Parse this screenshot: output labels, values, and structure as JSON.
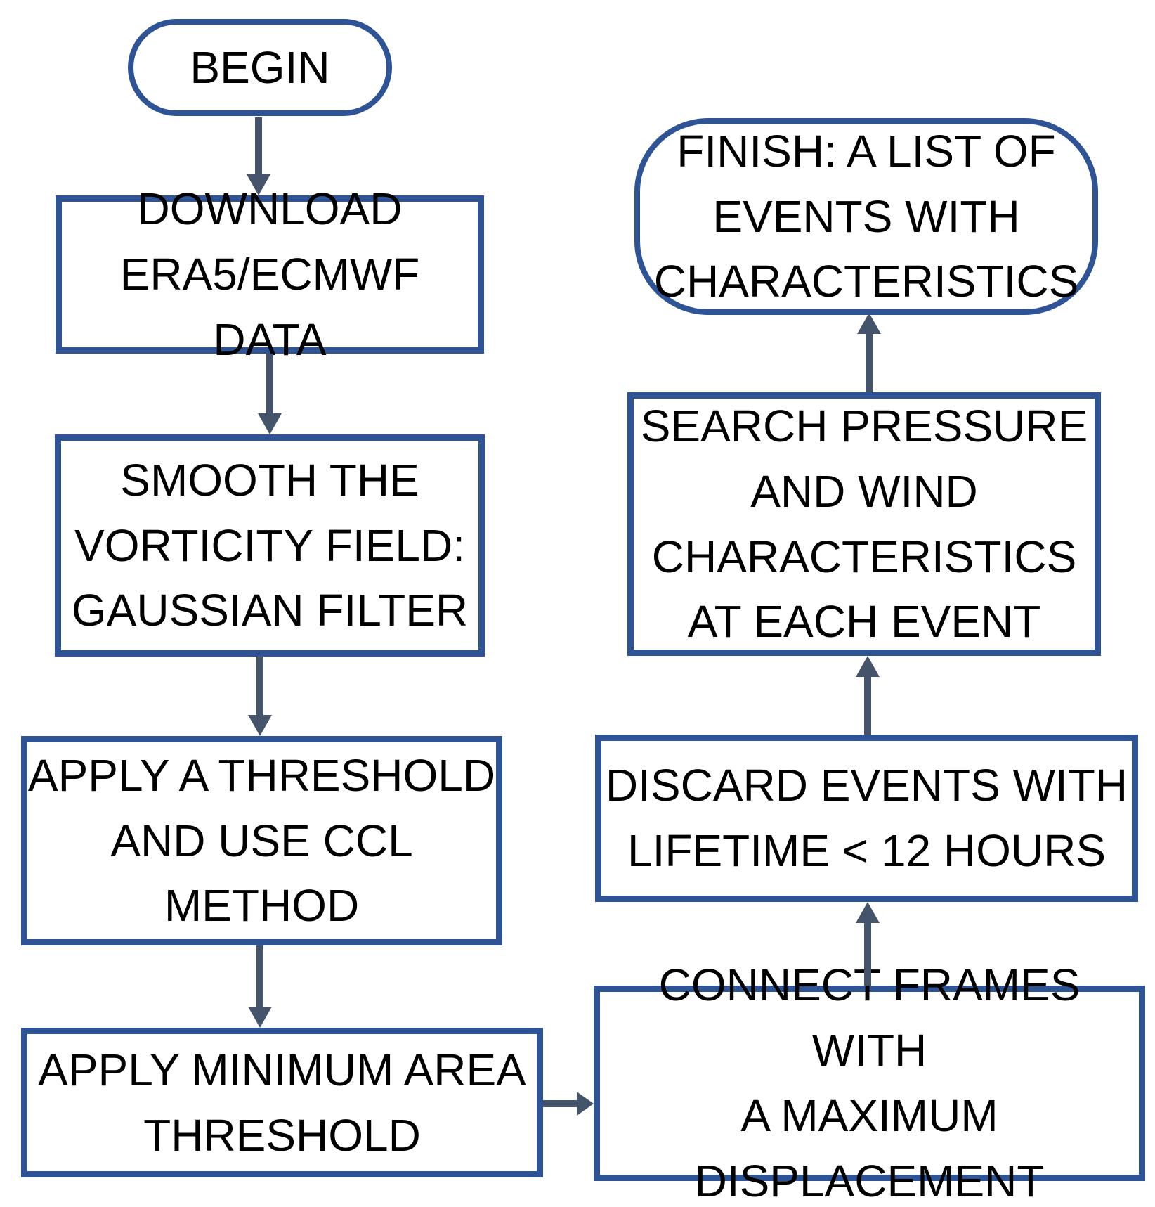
{
  "nodes": {
    "begin": {
      "shape": "terminator",
      "label": [
        "BEGIN"
      ]
    },
    "download": {
      "shape": "process",
      "label": [
        "DOWNLOAD",
        "ERA5/ECMWF DATA"
      ]
    },
    "smooth": {
      "shape": "process",
      "label": [
        "SMOOTH THE",
        "VORTICITY FIELD:",
        "GAUSSIAN FILTER"
      ]
    },
    "threshold": {
      "shape": "process",
      "label": [
        "APPLY A THRESHOLD",
        "AND USE CCL",
        "METHOD"
      ]
    },
    "min_area": {
      "shape": "process",
      "label": [
        "APPLY MINIMUM AREA",
        "THRESHOLD"
      ]
    },
    "connect": {
      "shape": "process",
      "label": [
        "CONNECT FRAMES WITH",
        "A MAXIMUM",
        "DISPLACEMENT"
      ]
    },
    "discard": {
      "shape": "process",
      "label": [
        "DISCARD EVENTS WITH",
        "LIFETIME < 12 HOURS"
      ]
    },
    "search": {
      "shape": "process",
      "label": [
        "SEARCH PRESSURE",
        "AND WIND",
        "CHARACTERISTICS",
        "AT EACH EVENT"
      ]
    },
    "finish": {
      "shape": "terminator",
      "label": [
        "FINISH: A LIST OF",
        "EVENTS WITH",
        "CHARACTERISTICS"
      ]
    }
  },
  "edges": [
    {
      "from": "begin",
      "to": "download",
      "direction": "down"
    },
    {
      "from": "download",
      "to": "smooth",
      "direction": "down"
    },
    {
      "from": "smooth",
      "to": "threshold",
      "direction": "down"
    },
    {
      "from": "threshold",
      "to": "min_area",
      "direction": "down"
    },
    {
      "from": "min_area",
      "to": "connect",
      "direction": "right"
    },
    {
      "from": "connect",
      "to": "discard",
      "direction": "up"
    },
    {
      "from": "discard",
      "to": "search",
      "direction": "up"
    },
    {
      "from": "search",
      "to": "finish",
      "direction": "up"
    }
  ],
  "colors": {
    "node_border": "#2F5496",
    "arrow": "#44546A",
    "text": "#000000",
    "background": "#FFFFFF"
  }
}
